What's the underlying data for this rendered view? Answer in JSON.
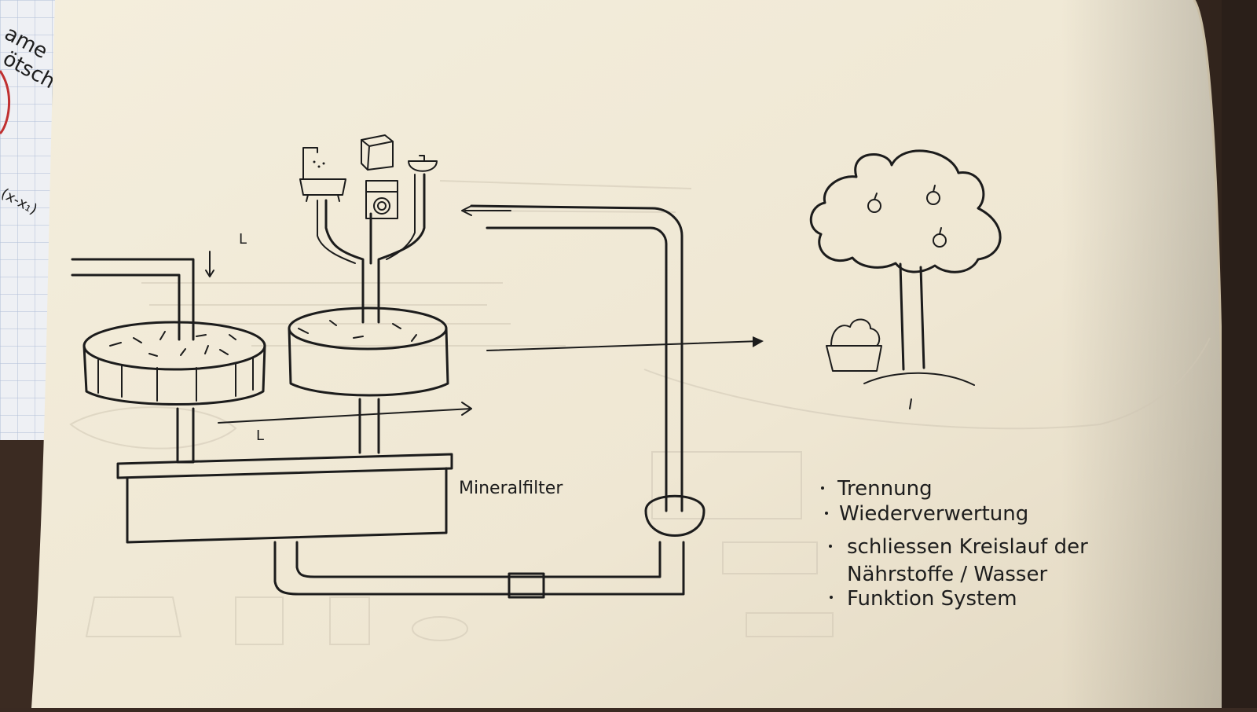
{
  "diagram": {
    "labels": {
      "filter": "Mineralfilter",
      "flow_mark_top": "L",
      "flow_mark_bottom": "L"
    },
    "notes": [
      "Trennung",
      "Wiederverwertung",
      "schliessen Kreislauf der",
      "Nährstoffe / Wasser",
      "Funktion System"
    ],
    "edge_text": "ame\nötsch"
  }
}
